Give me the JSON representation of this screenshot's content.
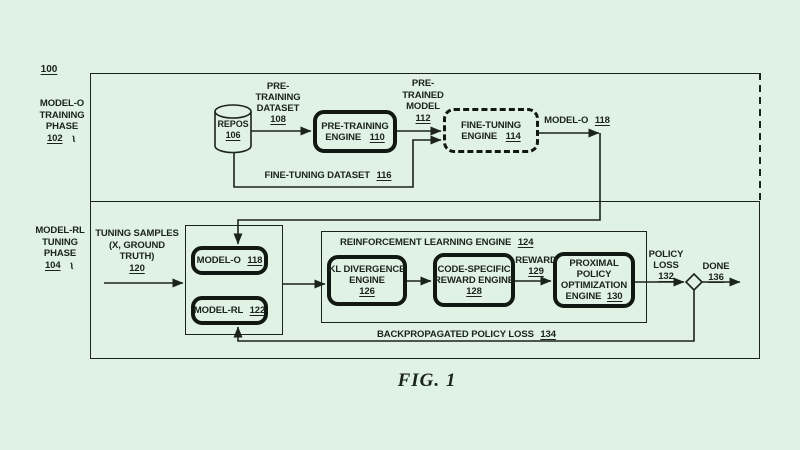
{
  "figure": {
    "caption": "FIG. 1",
    "diagram_ref": "100"
  },
  "colors": {
    "background": "#dff2e3",
    "ink": "#1b231c"
  },
  "left_labels": {
    "training_phase": {
      "l1": "MODEL-O",
      "l2": "TRAINING",
      "l3": "PHASE",
      "num": "102"
    },
    "tuning_phase": {
      "l1": "MODEL-RL",
      "l2": "TUNING",
      "l3": "PHASE",
      "num": "104"
    }
  },
  "top_section": {
    "repos": {
      "label": "REPOS",
      "num": "106"
    },
    "pre_training_dataset": {
      "l1": "PRE-",
      "l2": "TRAINING",
      "l3": "DATASET",
      "num": "108"
    },
    "pre_training_engine": {
      "l1": "PRE-TRAINING",
      "l2": "ENGINE",
      "num": "110"
    },
    "pre_trained_model": {
      "l1": "PRE-",
      "l2": "TRAINED",
      "l3": "MODEL",
      "num": "112"
    },
    "fine_tuning_engine": {
      "l1": "FINE-TUNING",
      "l2": "ENGINE",
      "num": "114"
    },
    "fine_tuning_dataset": {
      "label": "FINE-TUNING DATASET",
      "num": "116"
    },
    "model_o_output": {
      "label": "MODEL-O",
      "num": "118"
    }
  },
  "bottom_section": {
    "tuning_samples": {
      "l1": "TUNING SAMPLES",
      "l2": "(X, GROUND",
      "l3": "TRUTH)",
      "num": "120"
    },
    "model_o": {
      "label": "MODEL-O",
      "num": "118"
    },
    "model_rl": {
      "label": "MODEL-RL",
      "num": "122"
    },
    "rl_engine": {
      "label": "REINFORCEMENT LEARNING ENGINE",
      "num": "124"
    },
    "kl_engine": {
      "l1": "KL DIVERGENCE",
      "l2": "ENGINE",
      "num": "126"
    },
    "reward_engine": {
      "l1": "CODE-SPECIFIC",
      "l2": "REWARD ENGINE",
      "num": "128"
    },
    "reward": {
      "label": "REWARD",
      "num": "129"
    },
    "ppo_engine": {
      "l1": "PROXIMAL",
      "l2": "POLICY",
      "l3": "OPTIMIZATION",
      "l4": "ENGINE",
      "num": "130"
    },
    "policy_loss": {
      "l1": "POLICY",
      "l2": "LOSS",
      "num": "132"
    },
    "backprop_loss": {
      "label": "BACKPROPAGATED POLICY LOSS",
      "num": "134"
    },
    "done": {
      "label": "DONE",
      "num": "136"
    }
  }
}
